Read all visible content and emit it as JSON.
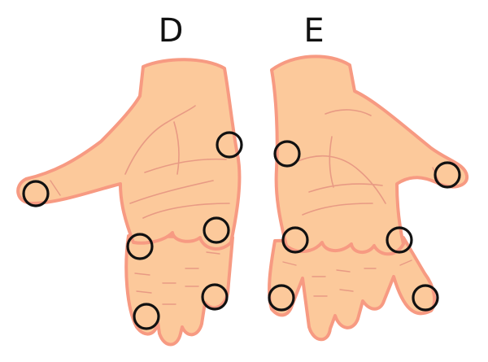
{
  "labels": {
    "right_hand": "D",
    "left_hand": "E"
  },
  "colors": {
    "skin": "#fcc99b",
    "outline": "#f79a82",
    "crease": "#e89a84",
    "marker": "#111111"
  },
  "markers_per_hand": 6
}
